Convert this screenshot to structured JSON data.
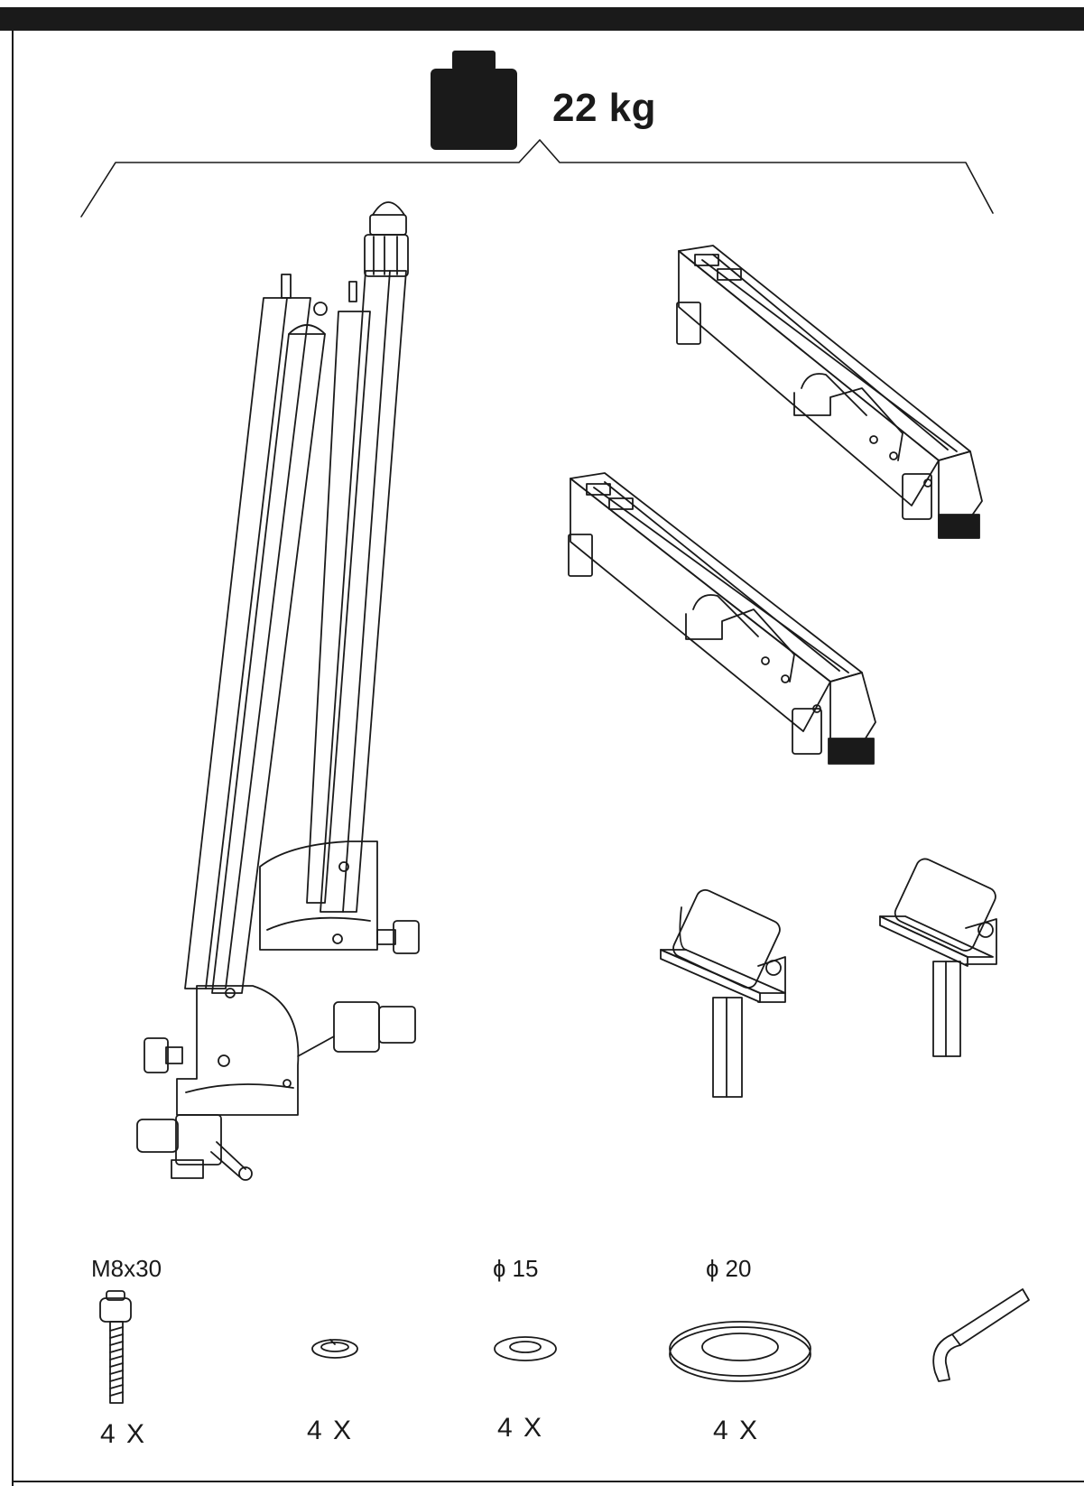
{
  "weight": {
    "value": "22 kg",
    "icon": "weight-icon"
  },
  "parts": {
    "main": [
      {
        "name": "bike-carrier-frame"
      },
      {
        "name": "wheel-holder-upper"
      },
      {
        "name": "wheel-holder-lower"
      },
      {
        "name": "roller-support-left"
      },
      {
        "name": "roller-support-right"
      }
    ],
    "hardware": [
      {
        "label": "M8x30",
        "qty": "4 X",
        "icon": "bolt-icon"
      },
      {
        "label": "",
        "qty": "4 X",
        "icon": "spring-washer-icon"
      },
      {
        "label": "ɸ 15",
        "qty": "4 X",
        "icon": "washer-small-icon"
      },
      {
        "label": "ɸ 20",
        "qty": "4 X",
        "icon": "washer-large-icon"
      },
      {
        "label": "",
        "qty": "",
        "icon": "allen-key-icon"
      }
    ]
  },
  "colors": {
    "ink": "#1a1a1a",
    "paper": "#ffffff"
  }
}
